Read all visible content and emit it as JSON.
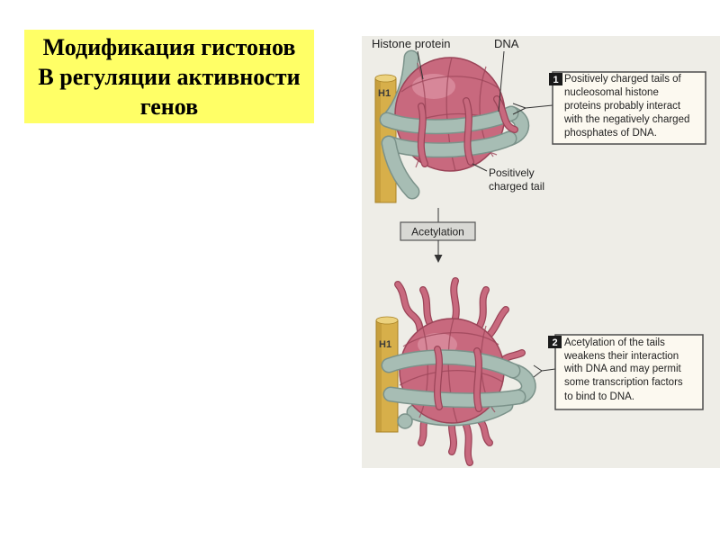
{
  "title_box": {
    "background": "#ffff66",
    "lines": [
      "Модификация гистонов",
      "В регуляции активности",
      "генов"
    ]
  },
  "figure": {
    "colors": {
      "panel": "#eeede7",
      "histone": "#c8697e",
      "histone_dark": "#9b4458",
      "histone_light": "#e3a0ae",
      "dna": "#a7bdb4",
      "dna_dark": "#7b928a",
      "h1": "#d7af4a",
      "h1_dark": "#a88226",
      "h1_light": "#ecd27e",
      "callout_fill": "#fcf9f0",
      "acetylation_fill": "#d8d8d4"
    },
    "labels": {
      "histone_protein": "Histone protein",
      "dna": "DNA",
      "h1_top": "H1",
      "h1_bottom": "H1",
      "positively_charged_tail": [
        "Positively",
        "charged tail"
      ],
      "acetylation": "Acetylation"
    },
    "callouts": [
      {
        "number": "1",
        "lines": [
          "Positively charged tails of",
          "nucleosomal histone",
          "proteins probably interact",
          "with the negatively charged",
          "phosphates of DNA."
        ]
      },
      {
        "number": "2",
        "lines": [
          "Acetylation of the tails",
          "weakens their interaction",
          "with DNA and may permit",
          "some transcription factors",
          "to bind to DNA."
        ]
      }
    ]
  }
}
